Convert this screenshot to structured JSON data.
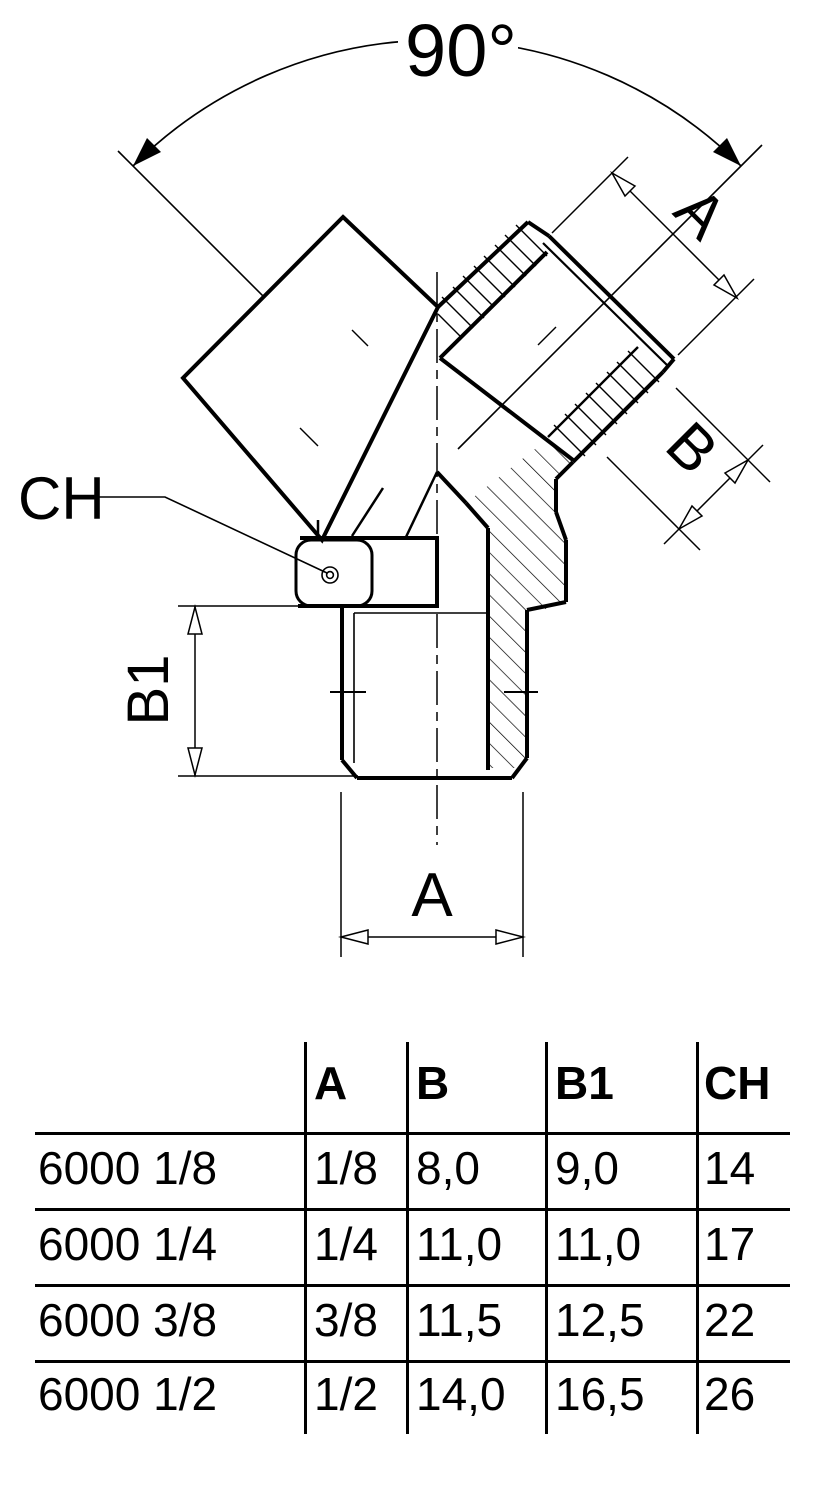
{
  "drawing": {
    "angle": "90°",
    "dim_a_branch": "A",
    "dim_b": "B",
    "dim_b1": "B1",
    "dim_a_bottom": "A",
    "wrench_label": "CH"
  },
  "table": {
    "columns": [
      "A",
      "B",
      "B1",
      "CH"
    ],
    "rows": [
      {
        "label": "6000 1/8",
        "a": "1/8",
        "b": "8,0",
        "b1": "9,0",
        "ch": "14"
      },
      {
        "label": "6000 1/4",
        "a": "1/4",
        "b": "11,0",
        "b1": "11,0",
        "ch": "17"
      },
      {
        "label": "6000 3/8",
        "a": "3/8",
        "b": "11,5",
        "b1": "12,5",
        "ch": "22"
      },
      {
        "label": "6000 1/2",
        "a": "1/2",
        "b": "14,0",
        "b1": "16,5",
        "ch": "26"
      }
    ]
  },
  "colors": {
    "ink": "#000000",
    "paper": "#ffffff"
  }
}
